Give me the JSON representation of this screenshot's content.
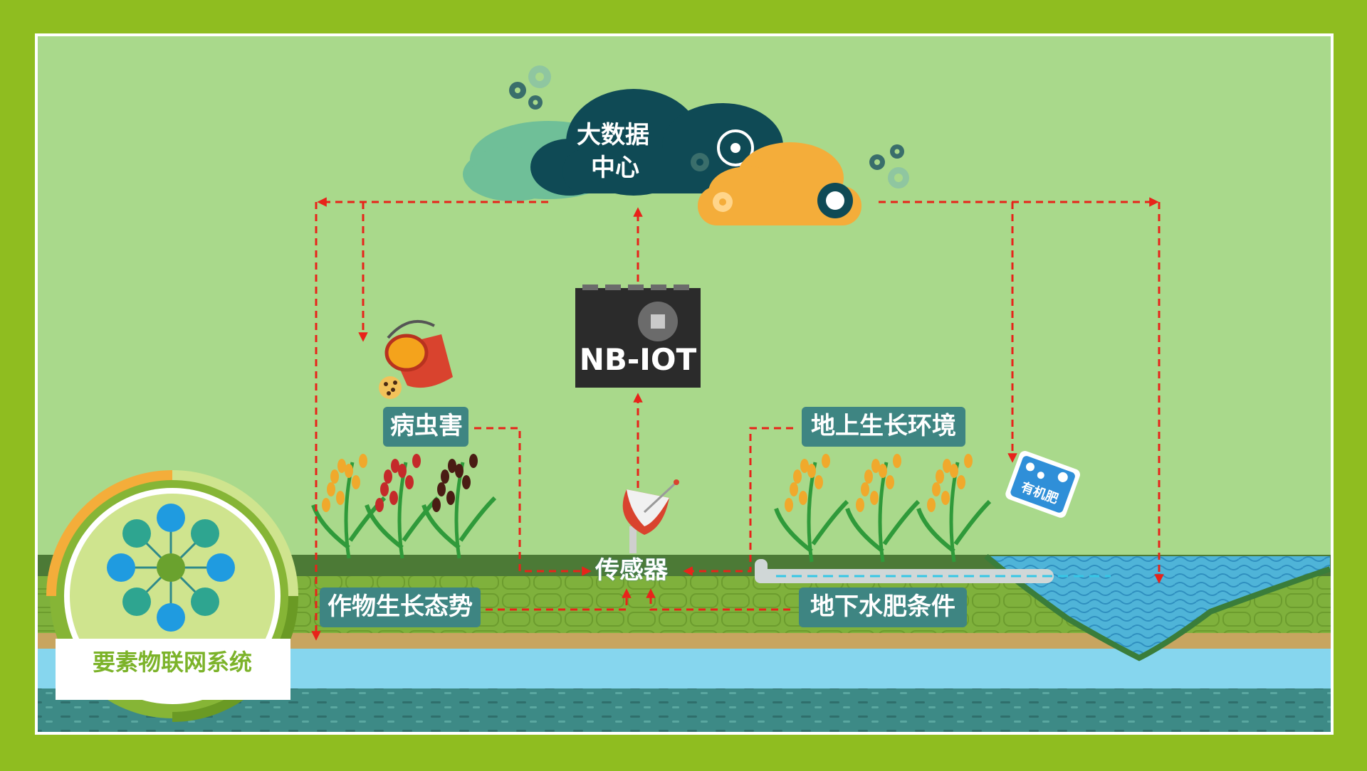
{
  "colors": {
    "frame": "#8fbd20",
    "sky": "#a9d98b",
    "arrow": "#e8231a",
    "label_bg": "#3e8582",
    "cloud_dark": "#0f4a55",
    "cloud_orange": "#f4ad3a",
    "chip": "#2b2b2b",
    "badge_text": "#7cb32a"
  },
  "nodes": {
    "cloud": "大数据中心",
    "cloud_line1": "大数据",
    "cloud_line2": "中心",
    "chip": "NB-IOT",
    "pest": "病虫害",
    "above_env": "地上生长环境",
    "sensor": "传感器",
    "crop_growth": "作物生长态势",
    "underground": "地下水肥条件"
  },
  "badge": {
    "title": "要素物联网系统",
    "icon": "network-hub-icon"
  },
  "fertilizer_bag": {
    "label": "有机肥",
    "icon": "fertilizer-bag-icon"
  },
  "icons": {
    "pesticide_bucket": "pesticide-bucket-icon",
    "satellite_dish": "satellite-dish-icon",
    "gear": "gear-icon",
    "rice_plant": "rice-plant-icon"
  },
  "edges": [
    {
      "from": "大数据中心",
      "to": "病虫害"
    },
    {
      "from": "大数据中心",
      "to": "作物生长态势"
    },
    {
      "from": "大数据中心",
      "to": "有机肥"
    },
    {
      "from": "大数据中心",
      "to": "地下水肥条件"
    },
    {
      "from": "NB-IOT",
      "to": "大数据中心"
    },
    {
      "from": "传感器",
      "to": "NB-IOT"
    },
    {
      "from": "病虫害",
      "to": "传感器"
    },
    {
      "from": "地上生长环境",
      "to": "传感器"
    },
    {
      "from": "作物生长态势",
      "to": "传感器"
    },
    {
      "from": "地下水肥条件",
      "to": "传感器"
    }
  ]
}
